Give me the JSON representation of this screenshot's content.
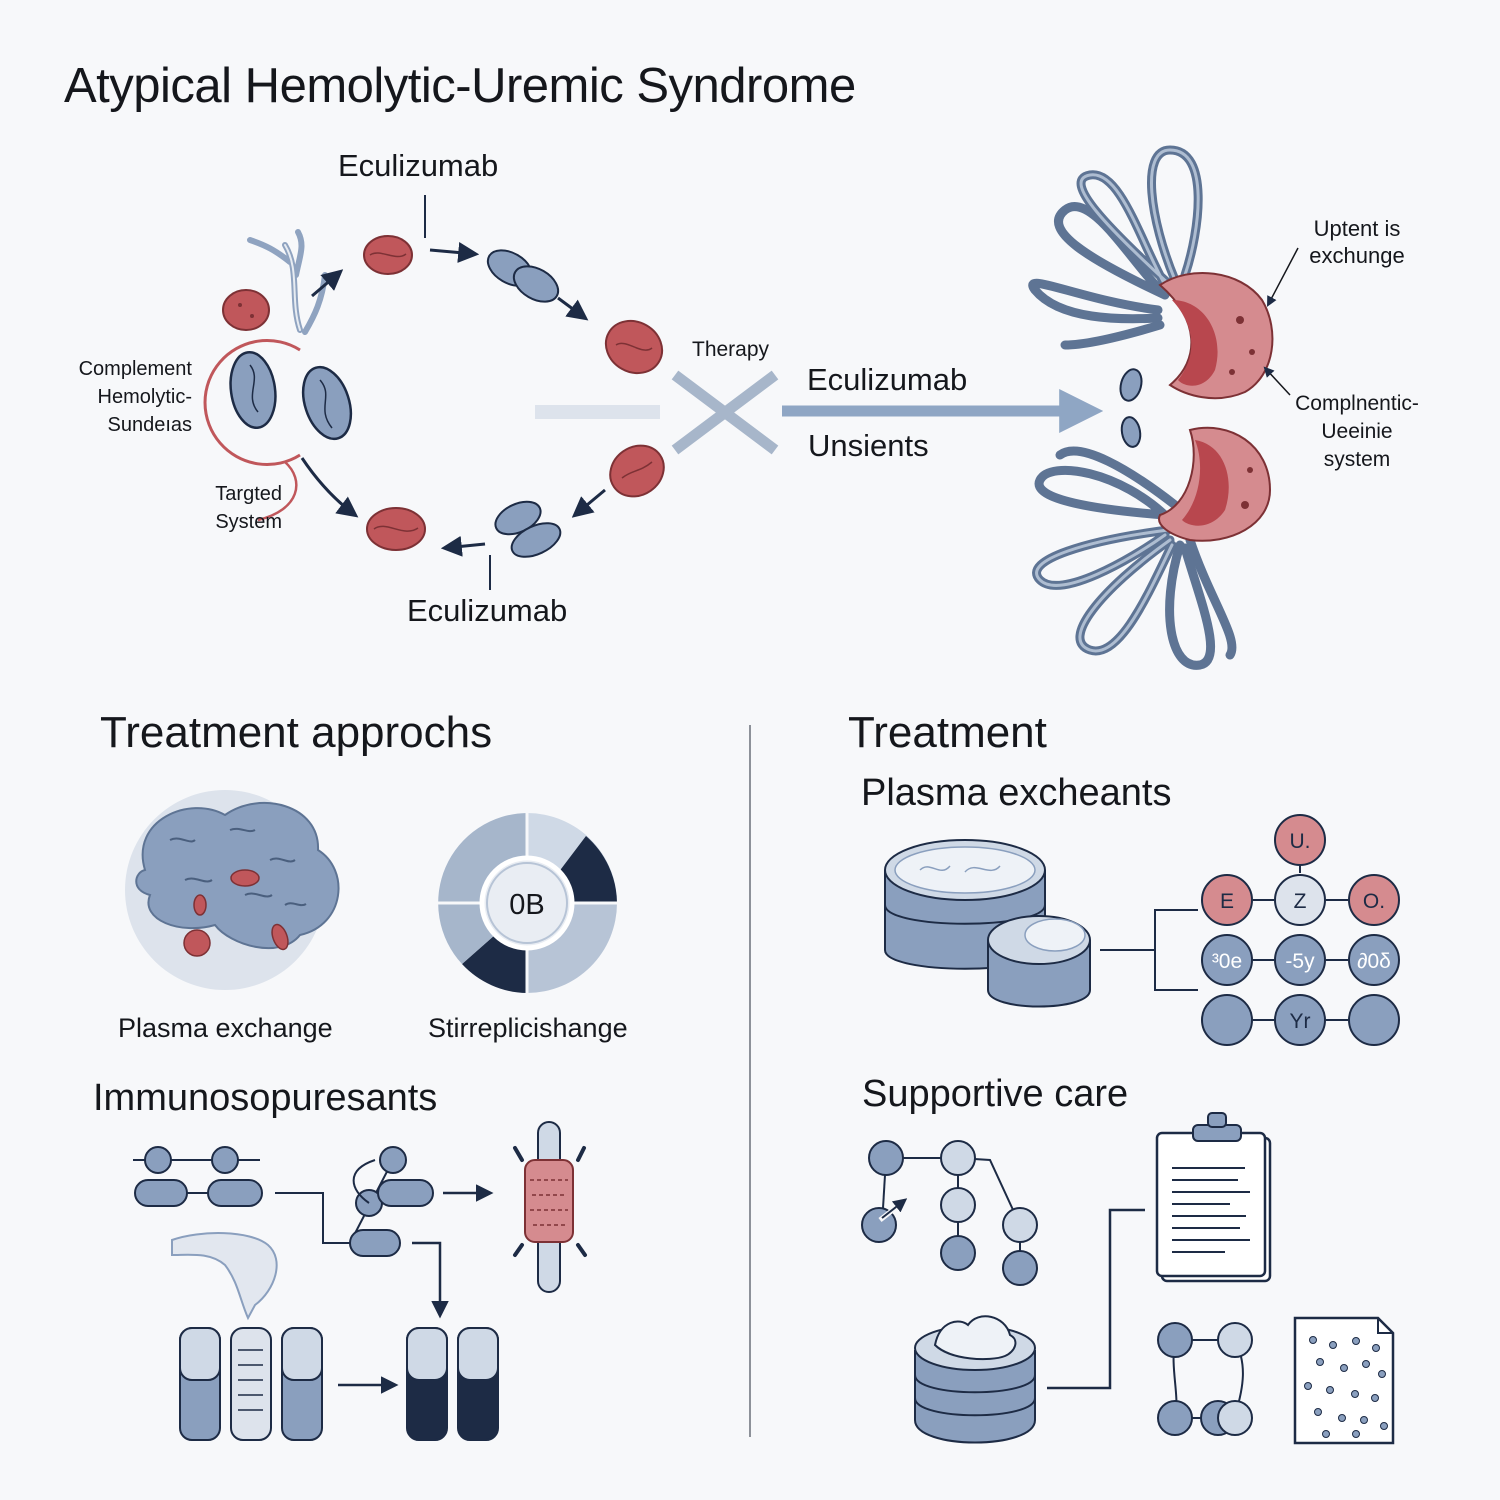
{
  "title": "Atypical Hemolytic-Uremic Syndrome",
  "cycle": {
    "top_label": "Eculizumab",
    "bottom_label": "Eculizumab",
    "left_label": [
      "Complement",
      "Hemolytic-",
      "Sundeıas"
    ],
    "targeted_label": [
      "Targted",
      "System"
    ]
  },
  "therapy": {
    "label": "Therapy",
    "arrow_top": "Eculizumab",
    "arrow_bottom": "Unsients"
  },
  "kidney": {
    "upper_label": [
      "Uptent is",
      "exchunge"
    ],
    "lower_label": [
      "Complnentic-",
      "Ueeinie",
      "system"
    ]
  },
  "left_panel": {
    "heading": "Treatment approchs",
    "plasma_label": "Plasma exchange",
    "donut_label": "Stirreplicishange",
    "donut_center": "0B",
    "immuno_heading": "Immunosopuresants"
  },
  "right_panel": {
    "heading": "Treatment",
    "sub_heading": "Plasma excheants",
    "grid_nodes": [
      "U.",
      "E",
      "Z",
      "O.",
      "³0e",
      "-5y",
      "∂0δ",
      "",
      "Yr",
      ""
    ],
    "supportive_heading": "Supportive care"
  },
  "colors": {
    "accent_red": "#c0575b",
    "accent_blue": "#8a9fbe",
    "dark_navy": "#1d2b45",
    "light_blue": "#cfd9e6"
  }
}
